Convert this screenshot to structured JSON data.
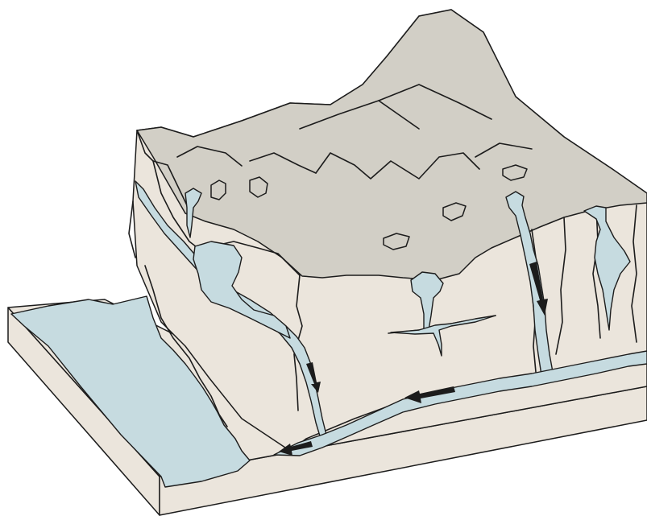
{
  "colors": {
    "cliff_face": "#ebe5dc",
    "plateau_top": "#d2cfc6",
    "water": "#c6dbe0",
    "outline": "#1c1c1c",
    "arrow": "#1c1c1c"
  },
  "elements": [
    "cliff-face",
    "plateau-top",
    "base-slab",
    "pond",
    "channels",
    "boulders",
    "flow-arrows"
  ]
}
